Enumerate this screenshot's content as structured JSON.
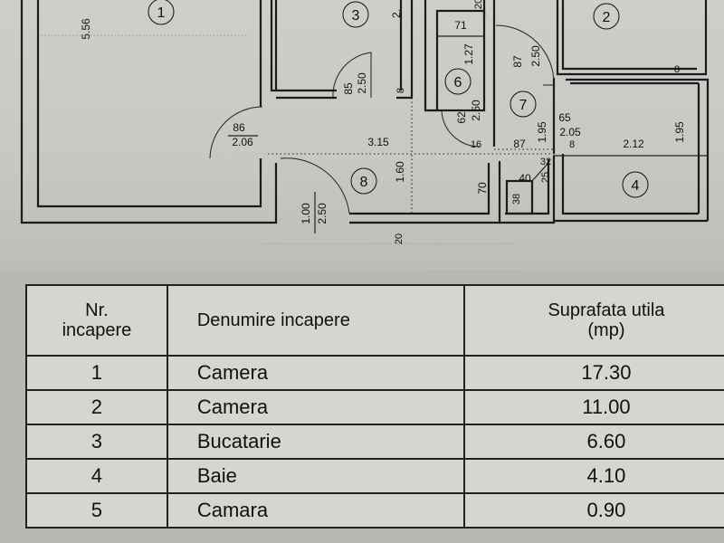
{
  "plan": {
    "rooms": [
      {
        "id": "1"
      },
      {
        "id": "2"
      },
      {
        "id": "3"
      },
      {
        "id": "4"
      },
      {
        "id": "6"
      },
      {
        "id": "7"
      },
      {
        "id": "8"
      }
    ],
    "dims": {
      "d_556": "5.56",
      "d_2x": "2.",
      "d_20a": "20",
      "d_71": "71",
      "d_127": "1.27",
      "d_87": "87",
      "d_250a": "2.50",
      "d_8a": "8",
      "d_85": "85",
      "d_250b": "2.50",
      "d_8b": "8",
      "d_62": "62",
      "d_250c": "2.50",
      "d_65": "65",
      "d_205": "2.05",
      "d_195a": "1.95",
      "d_195b": "1.95",
      "d_86": "86",
      "d_206": "2.06",
      "d_315": "3.15",
      "d_16": "16",
      "d_87b": "87",
      "d_8c": "8",
      "d_212": "2.12",
      "d_160": "1.60",
      "d_70": "70",
      "d_40": "40",
      "d_32": "32",
      "d_25": "25",
      "d_38": "38",
      "d_100": "1.00",
      "d_250d": "2.50",
      "d_20b": "20"
    }
  },
  "table": {
    "headers": {
      "nr_line1": "Nr.",
      "nr_line2": "incapere",
      "name": "Denumire incapere",
      "area_line1": "Suprafata utila",
      "area_line2": "(mp)"
    },
    "rows": [
      {
        "nr": "1",
        "name": "Camera",
        "area": "17.30"
      },
      {
        "nr": "2",
        "name": "Camera",
        "area": "11.00"
      },
      {
        "nr": "3",
        "name": "Bucatarie",
        "area": "6.60"
      },
      {
        "nr": "4",
        "name": "Baie",
        "area": "4.10"
      },
      {
        "nr": "5",
        "name": "Camara",
        "area": "0.90"
      }
    ]
  }
}
